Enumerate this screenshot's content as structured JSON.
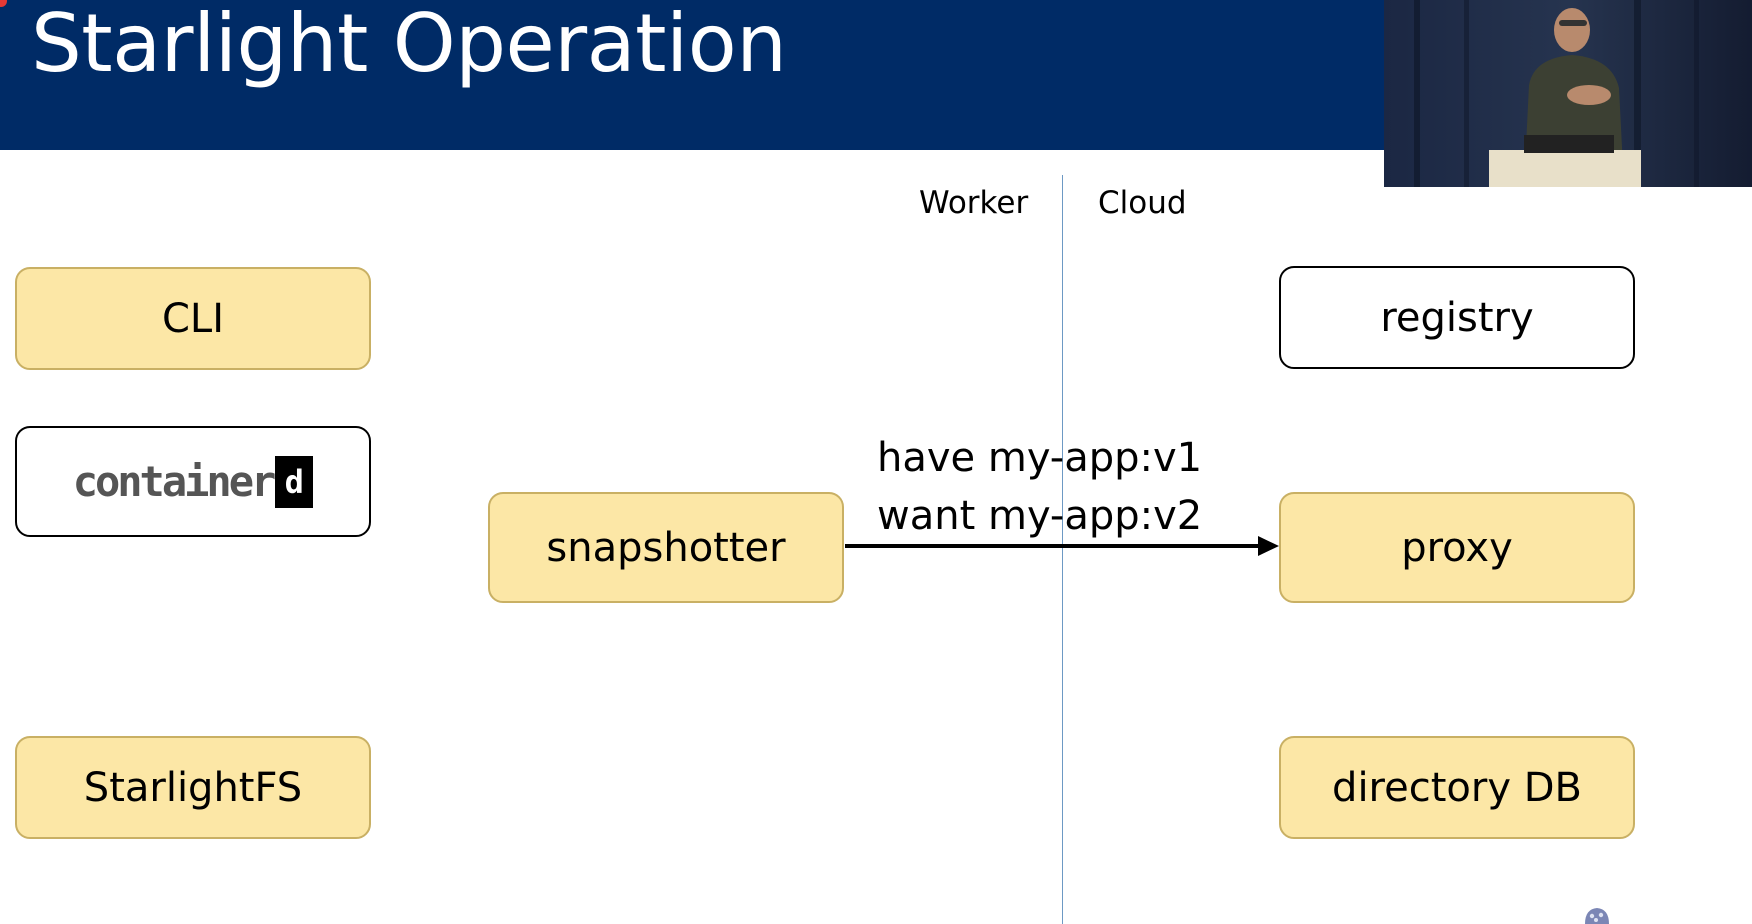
{
  "slide": {
    "title": "Starlight Operation",
    "labels": {
      "worker": "Worker",
      "cloud": "Cloud"
    }
  },
  "boxes": {
    "cli": "CLI",
    "containerd": {
      "text": "container",
      "d": "d"
    },
    "starlightfs": "StarlightFS",
    "snapshotter": "snapshotter",
    "registry": "registry",
    "proxy": "proxy",
    "directory_db": "directory DB"
  },
  "message": {
    "line1": "have my-app:v1",
    "line2": "want my-app:v2"
  },
  "colors": {
    "title_bar": "#002b66",
    "box_fill": "#fce7a6",
    "box_border": "#c9b064",
    "divider": "#6d99c4"
  },
  "icons": [
    "speaker-video",
    "containerd-logo",
    "corner-logo-icon"
  ]
}
